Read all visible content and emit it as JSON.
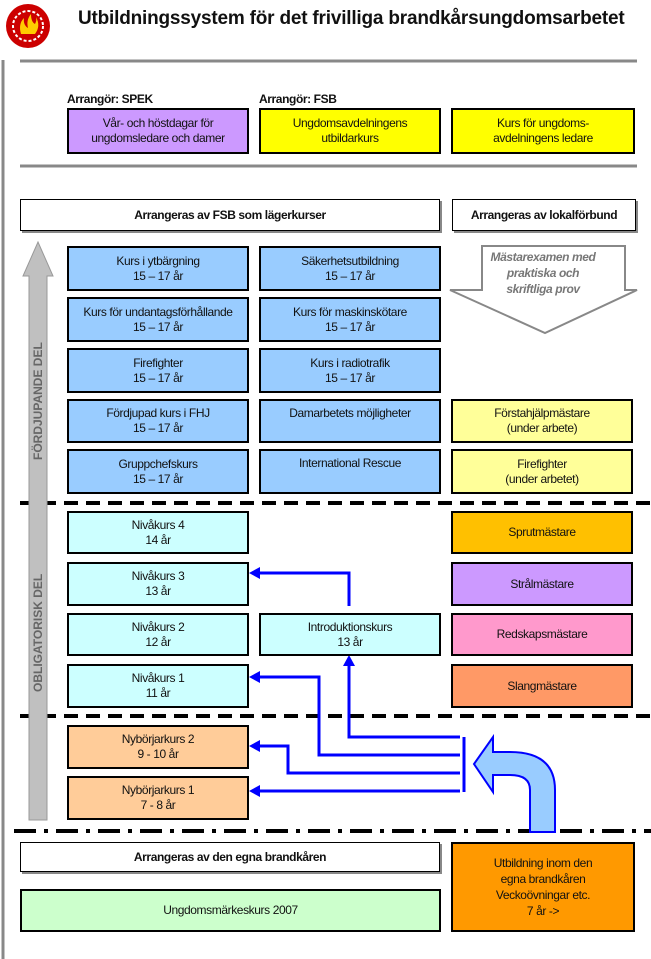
{
  "title": "Utbildningssystem för det frivilliga brandkårsungdomsarbetet",
  "logo": {
    "icon": "flame-emblem-icon",
    "colors": [
      "#CC0000",
      "#FFCC00"
    ]
  },
  "top": {
    "organizer_spek": "Arrangör: SPEK",
    "organizer_fsb": "Arrangör: FSB",
    "boxes": [
      {
        "lines": [
          "Vår- och höstdagar för",
          "ungdomsledare och damer"
        ],
        "color": "#CC99FF"
      },
      {
        "lines": [
          "Ungdomsavdelningens",
          "utbildarkurs"
        ],
        "color": "#FFFF00"
      },
      {
        "lines": [
          "Kurs för ungdoms-",
          "avdelningens ledare"
        ],
        "color": "#FFFF00"
      }
    ]
  },
  "headers": {
    "fsb": "Arrangeras av FSB som lägerkurser",
    "local": "Arrangeras av lokalförbund",
    "own": "Arrangeras av den egna brandkåren"
  },
  "side_labels": {
    "advanced": "FÖRDJUPANDE DEL",
    "mandatory": "OBLIGATORISK DEL"
  },
  "master_arrow": [
    "Mästarexamen med",
    "praktiska och",
    "skriftliga prov"
  ],
  "advanced": {
    "col1": [
      {
        "name": "Kurs i ytbärgning",
        "age": "15 – 17 år"
      },
      {
        "name": "Kurs för undantagsförhållande",
        "age": "15 – 17 år"
      },
      {
        "name": "Firefighter",
        "age": "15 – 17 år"
      },
      {
        "name": "Fördjupad kurs i FHJ",
        "age": "15 – 17 år"
      },
      {
        "name": "Gruppchefskurs",
        "age": "15 – 17 år"
      }
    ],
    "col2": [
      {
        "name": "Säkerhetsutbildning",
        "age": "15 – 17 år"
      },
      {
        "name": "Kurs för maskinskötare",
        "age": "15 – 17 år"
      },
      {
        "name": "Kurs i radiotrafik",
        "age": "15 – 17 år"
      },
      {
        "name": "Damarbetets möjligheter",
        "age": ""
      },
      {
        "name": "International Rescue",
        "age": ""
      }
    ],
    "local": [
      {
        "name": "Förstahjälpmästare",
        "note": "(under arbete)"
      },
      {
        "name": "Firefighter",
        "note": "(under arbetet)"
      }
    ]
  },
  "mandatory": {
    "levels": [
      {
        "name": "Nivåkurs 4",
        "age": "14 år"
      },
      {
        "name": "Nivåkurs 3",
        "age": "13 år"
      },
      {
        "name": "Nivåkurs 2",
        "age": "12 år"
      },
      {
        "name": "Nivåkurs 1",
        "age": "11 år"
      }
    ],
    "intro": {
      "name": "Introduktionskurs",
      "age": "13 år"
    },
    "masters": [
      {
        "name": "Sprutmästare",
        "color": "#FFC000"
      },
      {
        "name": "Strålmästare",
        "color": "#CC99FF"
      },
      {
        "name": "Redskapsmästare",
        "color": "#FF99CC"
      },
      {
        "name": "Slangmästare",
        "color": "#FF9966"
      }
    ]
  },
  "beginner": [
    {
      "name": "Nybörjarkurs 2",
      "age": "9 - 10 år"
    },
    {
      "name": "Nybörjarkurs 1",
      "age": "7 - 8 år"
    }
  ],
  "bottom": {
    "badge_course": "Ungdomsmärkeskurs 2007",
    "own_training": [
      "Utbildning inom den",
      "egna brandkåren",
      "Veckoövningar etc.",
      "7 år ->"
    ]
  },
  "colors": {
    "arrow_blue": "#0000FF",
    "curved_arrow_fill": "#99CCFF",
    "gray_arrow": "#C0C0C0"
  }
}
